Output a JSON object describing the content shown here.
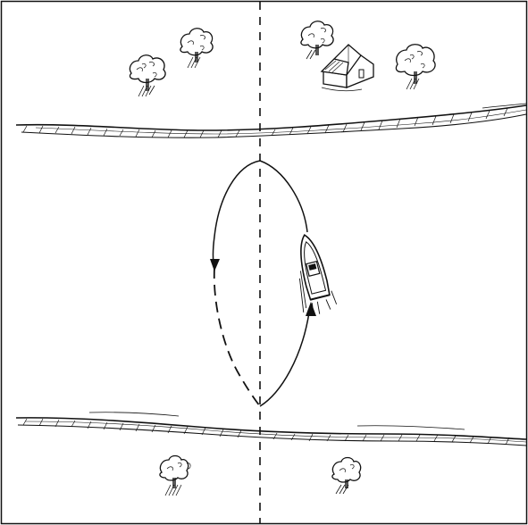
{
  "figure": {
    "subject": "boat-turn-in-river",
    "colors": {
      "ink": "#111111",
      "background": "#ffffff"
    },
    "elements": {
      "frame": "border",
      "center_line": "dashed-vertical-line",
      "north_bank": "river-bank",
      "south_bank": "river-bank",
      "turning_path": "loop-path",
      "boat": "motorboat",
      "barn": "farm-building",
      "trees_north": 4,
      "trees_south": 2
    }
  }
}
